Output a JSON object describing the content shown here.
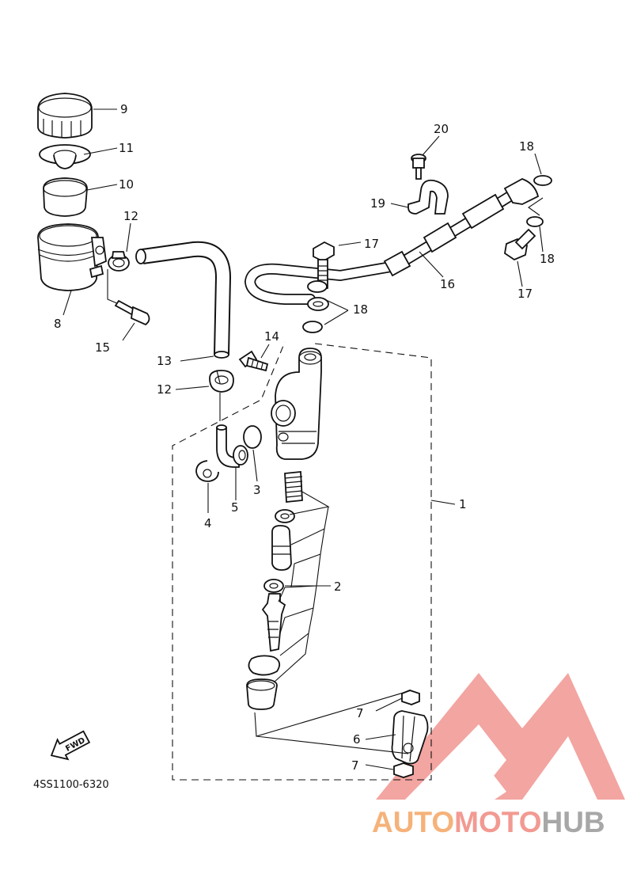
{
  "diagram": {
    "drawing_code": "4SS1100-6320",
    "fwd_label": "FWD",
    "labels": {
      "p1": "1",
      "p2": "2",
      "p3": "3",
      "p4": "4",
      "p5": "5",
      "p6": "6",
      "p7a": "7",
      "p7b": "7",
      "p8": "8",
      "p9": "9",
      "p10": "10",
      "p11": "11",
      "p12a": "12",
      "p12b": "12",
      "p13": "13",
      "p14": "14",
      "p15": "15",
      "p16": "16",
      "p17a": "17",
      "p17b": "17",
      "p18a": "18",
      "p18b": "18",
      "p18c": "18",
      "p19": "19",
      "p20": "20"
    }
  },
  "watermark": {
    "part1": "AUTO",
    "part2": "MOTO",
    "part3": "HUB",
    "color1": "#f5b27a",
    "color2": "#f29a92",
    "color3": "#a7a7a7",
    "logo_color": "#f08a84"
  }
}
